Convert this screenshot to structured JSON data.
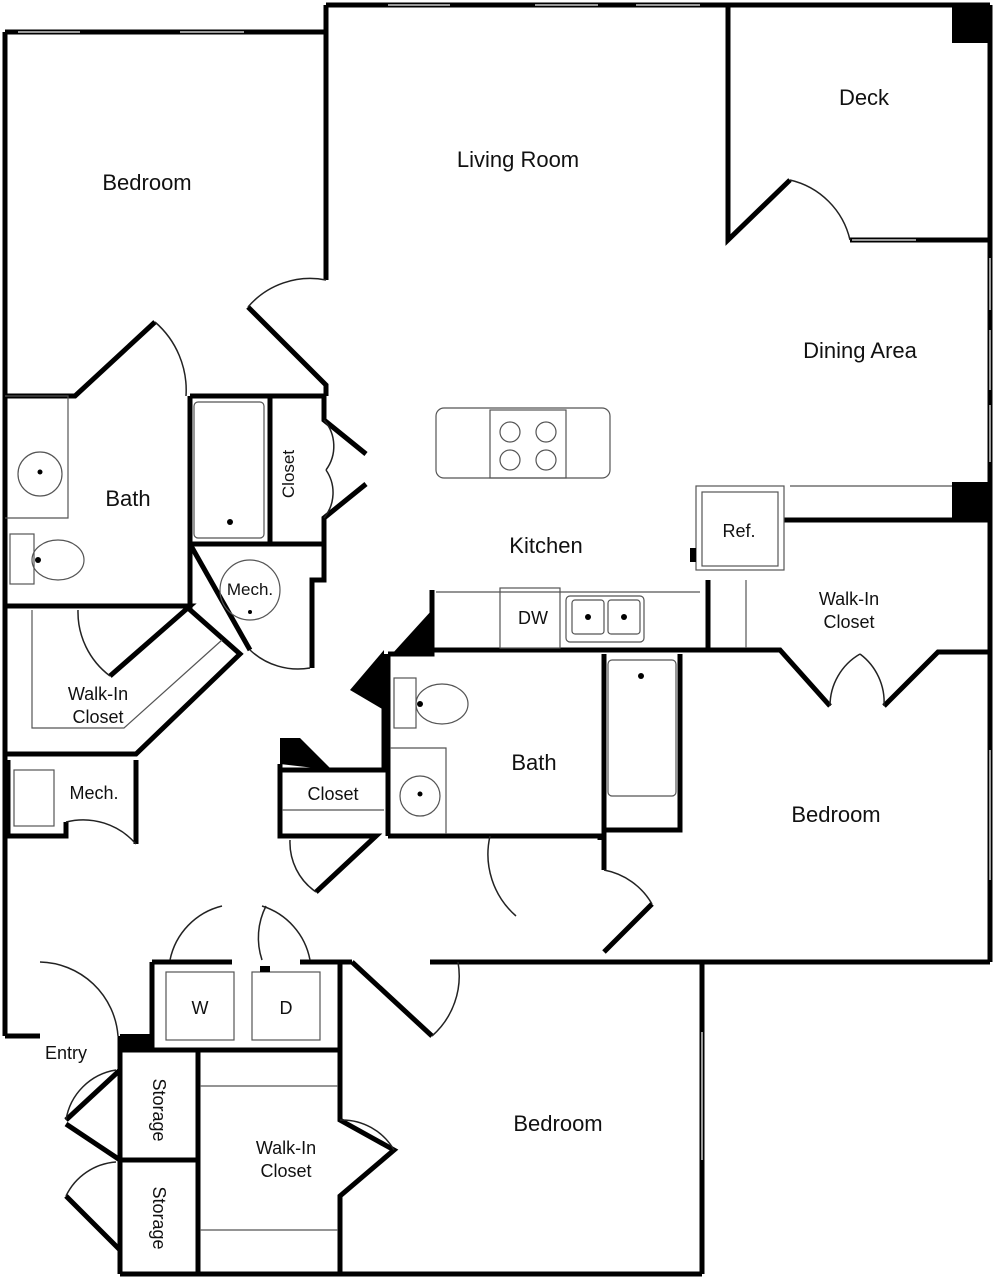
{
  "colors": {
    "wall": "#000000",
    "line": "#222222",
    "thin": "#888888",
    "background": "#ffffff"
  },
  "rooms": {
    "bedroom_nw": "Bedroom",
    "living_room": "Living Room",
    "deck": "Deck",
    "dining_area": "Dining Area",
    "bath_west": "Bath",
    "closet_hall": "Closet",
    "mech_hall": "Mech.",
    "kitchen": "Kitchen",
    "ref": "Ref.",
    "dw": "DW",
    "walkin_east_1": "Walk-In",
    "walkin_east_2": "Closet",
    "walkin_west_1": "Walk-In",
    "walkin_west_2": "Closet",
    "mech_west": "Mech.",
    "closet_center": "Closet",
    "bath_center": "Bath",
    "bedroom_east": "Bedroom",
    "washer": "W",
    "dryer": "D",
    "entry": "Entry",
    "storage_1": "Storage",
    "storage_2": "Storage",
    "walkin_south_1": "Walk-In",
    "walkin_south_2": "Closet",
    "bedroom_south": "Bedroom"
  }
}
